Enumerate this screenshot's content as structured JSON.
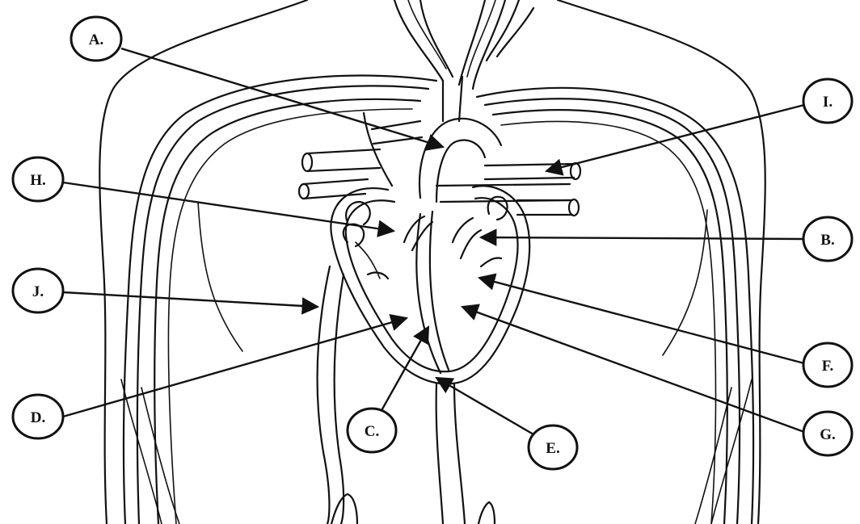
{
  "diagram": {
    "labels": [
      {
        "id": "A",
        "text": "A."
      },
      {
        "id": "B",
        "text": "B."
      },
      {
        "id": "C",
        "text": "C."
      },
      {
        "id": "D",
        "text": "D."
      },
      {
        "id": "E",
        "text": "E."
      },
      {
        "id": "F",
        "text": "F."
      },
      {
        "id": "G",
        "text": "G."
      },
      {
        "id": "H",
        "text": "H."
      },
      {
        "id": "I",
        "text": "I."
      },
      {
        "id": "J",
        "text": "J."
      }
    ]
  }
}
